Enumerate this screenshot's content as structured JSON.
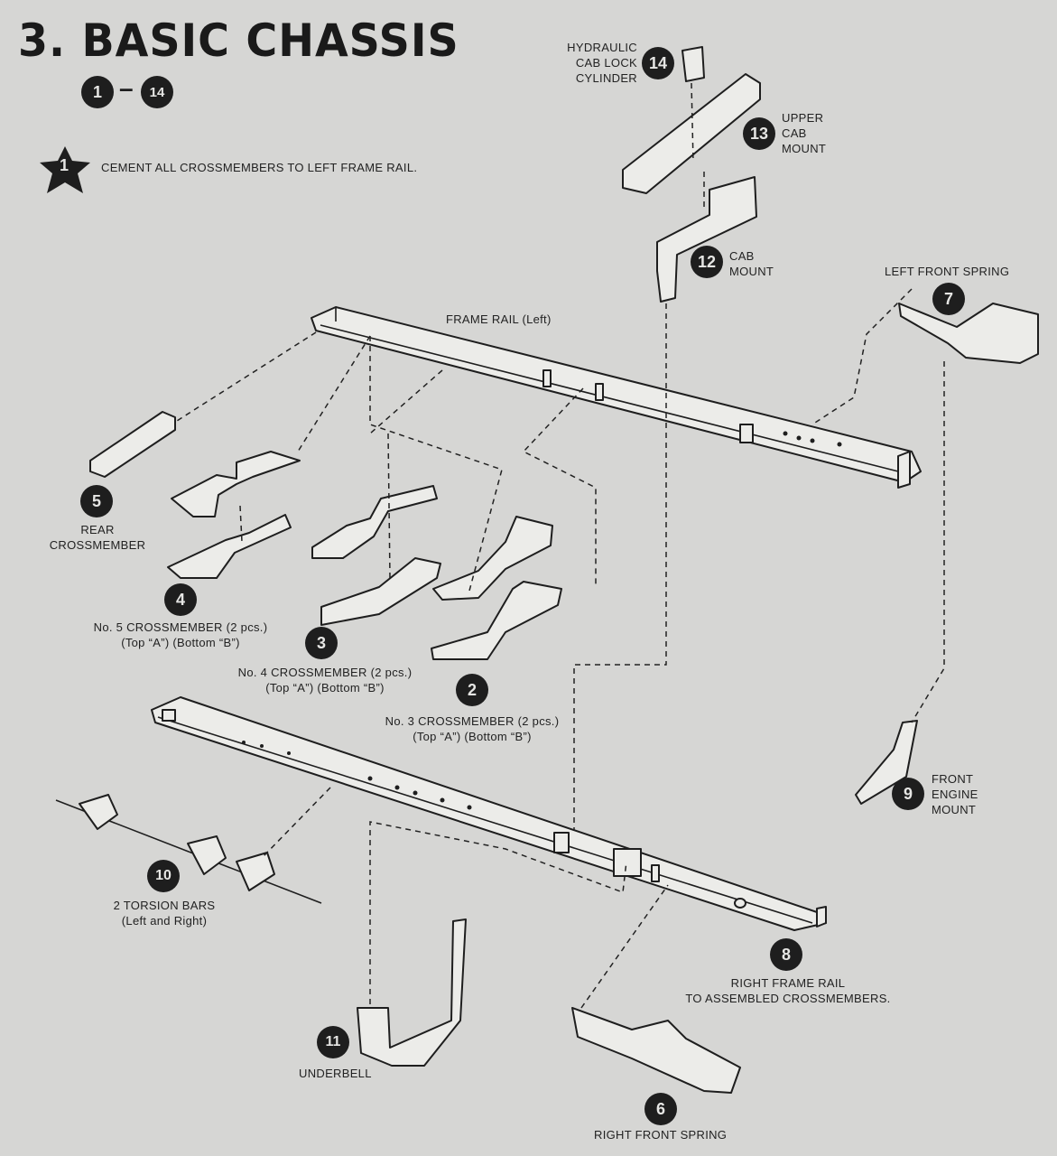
{
  "title": "3. BASIC CHASSIS",
  "step_range": {
    "from": "1",
    "dash": "–",
    "to": "14"
  },
  "instruction": {
    "number": "1",
    "text": "CEMENT ALL CROSSMEMBERS TO LEFT FRAME RAIL."
  },
  "parts": [
    {
      "number": "14",
      "lines": [
        "HYDRAULIC",
        "CAB LOCK",
        "CYLINDER"
      ]
    },
    {
      "number": "13",
      "lines": [
        "UPPER",
        "CAB",
        "MOUNT"
      ]
    },
    {
      "number": "12",
      "lines": [
        "CAB",
        "MOUNT"
      ]
    },
    {
      "number": "7",
      "lines": [
        "LEFT FRONT SPRING"
      ]
    },
    {
      "number": "5",
      "lines": [
        "REAR",
        "CROSSMEMBER"
      ]
    },
    {
      "number": "4",
      "lines": [
        "No. 5 CROSSMEMBER (2 pcs.)",
        "(Top “A”) (Bottom “B”)"
      ]
    },
    {
      "number": "3",
      "lines": [
        "No. 4 CROSSMEMBER (2 pcs.)",
        "(Top “A”) (Bottom “B”)"
      ]
    },
    {
      "number": "2",
      "lines": [
        "No. 3 CROSSMEMBER (2 pcs.)",
        "(Top “A”) (Bottom “B”)"
      ]
    },
    {
      "number": "9",
      "lines": [
        "FRONT",
        "ENGINE",
        "MOUNT"
      ]
    },
    {
      "number": "10",
      "lines": [
        "2 TORSION BARS",
        "(Left and Right)"
      ]
    },
    {
      "number": "8",
      "lines": [
        "RIGHT FRAME RAIL",
        "TO ASSEMBLED CROSSMEMBERS."
      ]
    },
    {
      "number": "11",
      "lines": [
        "UNDERBELL"
      ]
    },
    {
      "number": "6",
      "lines": [
        "RIGHT FRONT SPRING"
      ]
    }
  ],
  "frame_rail_label": "FRAME RAIL (Left)"
}
